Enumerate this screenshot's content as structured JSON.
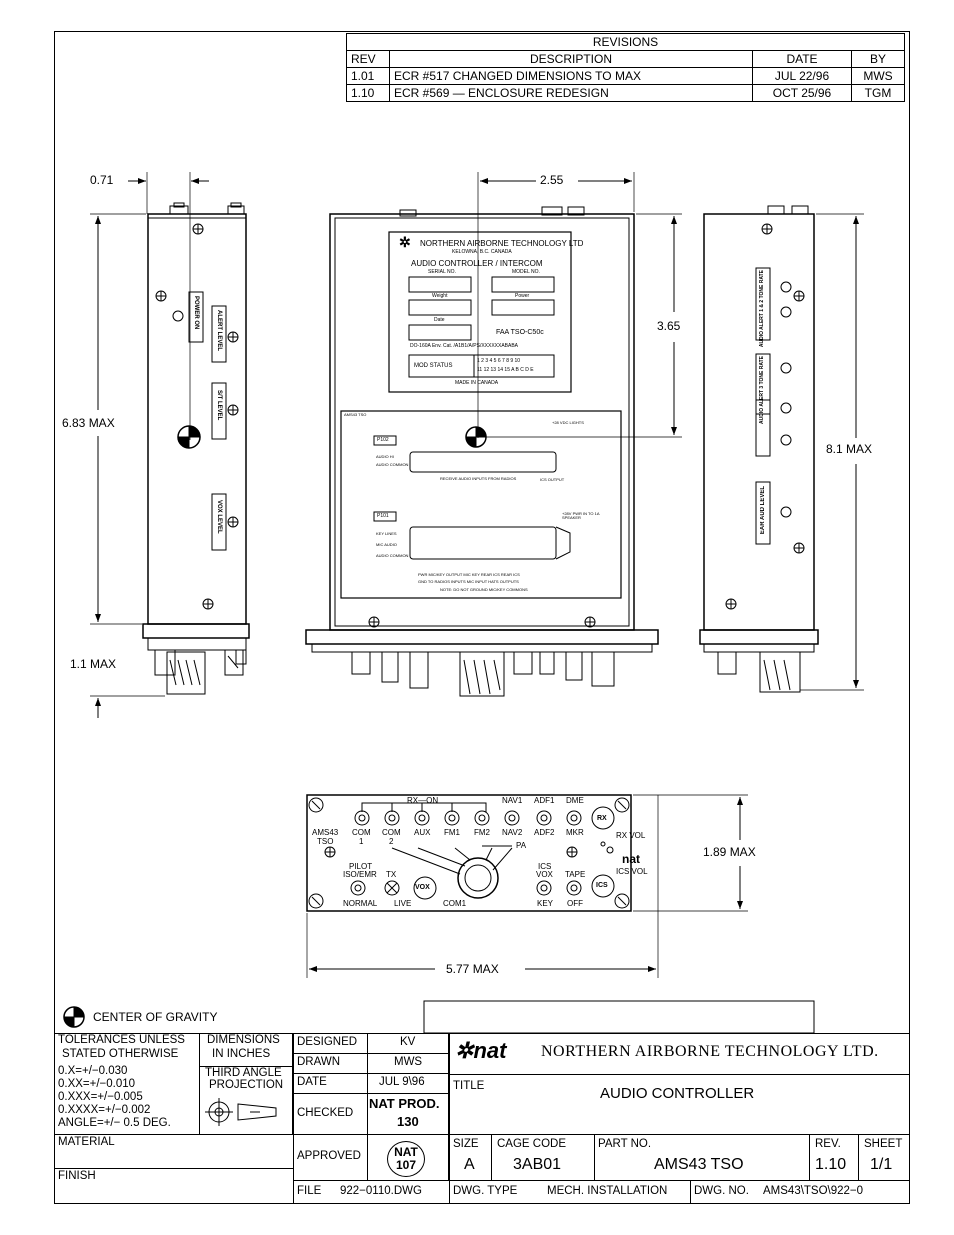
{
  "revisions": {
    "title": "REVISIONS",
    "headers": {
      "rev": "REV",
      "description": "DESCRIPTION",
      "date": "DATE",
      "by": "BY"
    },
    "rows": [
      {
        "rev": "1.01",
        "description": "ECR #517 CHANGED DIMENSIONS TO MAX",
        "date": "JUL 22/96",
        "by": "MWS"
      },
      {
        "rev": "1.10",
        "description": "ECR #569 — ENCLOSURE REDESIGN",
        "date": "OCT 25/96",
        "by": "TGM"
      }
    ]
  },
  "dimensions": {
    "d071": "0.71",
    "d255": "2.55",
    "d365": "3.65",
    "d683": "6.83 MAX",
    "d81": "8.1 MAX",
    "d11": "1.1 MAX",
    "d189": "1.89 MAX",
    "d577": "5.77 MAX"
  },
  "side_labels": {
    "power_on": "POWER ON",
    "alert_level": "ALERT LEVEL",
    "st_level": "S/T LEVEL",
    "vox_level": "VOX LEVEL",
    "audio_alert_tone_rate": "AUDIO ALERT 1 & 2 TONE RATE",
    "audio_alert3_tone_rate": "AUDIO ALERT 3 TONE RATE",
    "ear_aud_level": "EAR AUD LEVEL"
  },
  "nameplate": {
    "company": "NORTHERN AIRBORNE TECHNOLOGY LTD",
    "location": "KELOWNA, B.C. CANADA",
    "product": "AUDIO CONTROLLER / INTERCOM",
    "serial": "SERIAL NO.",
    "model": "MODEL NO.",
    "weight": "Weight",
    "power": "Power",
    "date": "Date",
    "faa": "FAA TSO-C50c",
    "do160": "DO-160A Env. Cat. /A1B1/A/PS/XXXXXXABABA",
    "mod_status": "MOD STATUS",
    "mod_row1": "1 2 3 4 5 6 7 8 9 10",
    "mod_row2": "11 12 13 14 15 A B C D E",
    "made_in": "MADE IN CANADA"
  },
  "connector_panel": {
    "title": "AMS43 TSO",
    "p102": "P102",
    "p101": "P101",
    "audio_hi": "AUDIO HI",
    "audio_common": "AUDIO COMMON",
    "receive_inputs": "RECEIVE AUDIO INPUTS FROM RADIOS",
    "key_lines": "KEY LINES",
    "mic_audio": "MIC AUDIO",
    "vox_lights": "+28 VDC LIGHTS",
    "ics_output": "ICS OUTPUT",
    "speaker": "+28V PWR IN TO 1A SPEAKER",
    "bottom_labels": "PWR   MIC/KEY OUTPUT   MIC KEY   REAR ICS   REAR ICS",
    "bottom_labels2": "GND    TO RADIOS    INPUTS   MIC INPUT   HATS OUTPUTS",
    "note": "NOTE: DO NOT GROUND MIC/KEY COMMONS"
  },
  "front_panel": {
    "rx_on": "RX—ON",
    "ams43": "AMS43",
    "tso": "TSO",
    "com1": "COM",
    "com1_n": "1",
    "com2": "COM",
    "com2_n": "2",
    "aux": "AUX",
    "fm1": "FM1",
    "fm2": "FM2",
    "nav1": "NAV1",
    "adf1": "ADF1",
    "dme": "DME",
    "nav2": "NAV2",
    "adf2": "ADF2",
    "mkr": "MKR",
    "pa": "PA",
    "rx": "RX",
    "rx_vol": "RX VOL",
    "ics_vol": "ICS VOL",
    "nat_logo": "nat",
    "pilot": "PILOT",
    "iso_emr": "ISO/EMR",
    "normal": "NORMAL",
    "tx": "TX",
    "live": "LIVE",
    "vox": "VOX",
    "com1_bottom": "COM1",
    "ics": "ICS",
    "ics_vox": "VOX",
    "key": "KEY",
    "tape": "TAPE",
    "off": "OFF",
    "ics_btn": "ICS"
  },
  "center_of_gravity": "CENTER OF GRAVITY",
  "title_block": {
    "tolerances_title1": "TOLERANCES UNLESS",
    "tolerances_title2": "STATED OTHERWISE",
    "tol1": "0.X=+/−0.030",
    "tol2": "0.XX=+/−0.010",
    "tol3": "0.XXX=+/−0.005",
    "tol4": "0.XXXX=+/−0.002",
    "tol5": "ANGLE=+/− 0.5 DEG.",
    "dims1": "DIMENSIONS",
    "dims2": "IN INCHES",
    "proj1": "THIRD ANGLE",
    "proj2": "PROJECTION",
    "material": "MATERIAL",
    "finish": "FINISH",
    "designed_label": "DESIGNED",
    "designed": "KV",
    "drawn_label": "DRAWN",
    "drawn": "MWS",
    "date_label": "DATE",
    "date": "JUL 9\\96",
    "checked_label": "CHECKED",
    "checked1": "NAT PROD.",
    "checked2": "130",
    "approved_label": "APPROVED",
    "approved1": "NAT",
    "approved2": "107",
    "file_label": "FILE",
    "file": "922−0110.DWG",
    "logo": "nat",
    "company": "NORTHERN AIRBORNE TECHNOLOGY LTD.",
    "title_label": "TITLE",
    "title": "AUDIO CONTROLLER",
    "size_label": "SIZE",
    "size": "A",
    "cage_label": "CAGE CODE",
    "cage": "3AB01",
    "part_label": "PART NO.",
    "part": "AMS43 TSO",
    "rev_label": "REV.",
    "rev": "1.10",
    "sheet_label": "SHEET",
    "sheet": "1/1",
    "dwg_type_label": "DWG. TYPE",
    "dwg_type": "MECH. INSTALLATION",
    "dwg_no_label": "DWG. NO.",
    "dwg_no": "AMS43\\TSO\\922−0"
  }
}
